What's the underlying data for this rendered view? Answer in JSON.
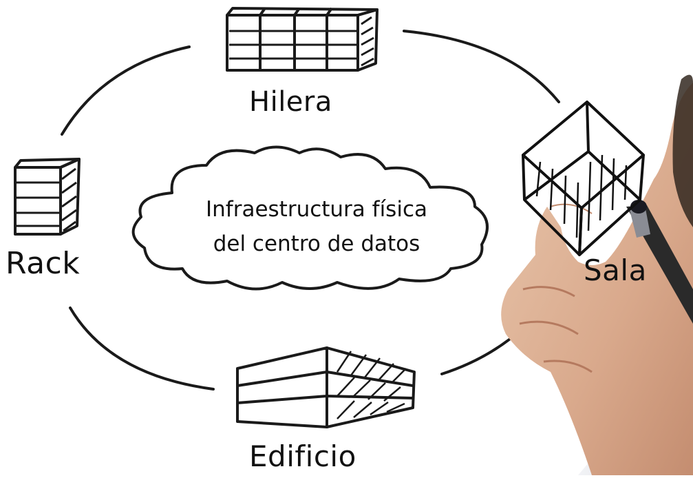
{
  "diagram": {
    "center": {
      "line1": "Infraestructura física",
      "line2": "del centro de datos"
    },
    "nodes": {
      "hilera": "Hilera",
      "sala": "Sala",
      "edificio": "Edificio",
      "rack": "Rack"
    }
  }
}
